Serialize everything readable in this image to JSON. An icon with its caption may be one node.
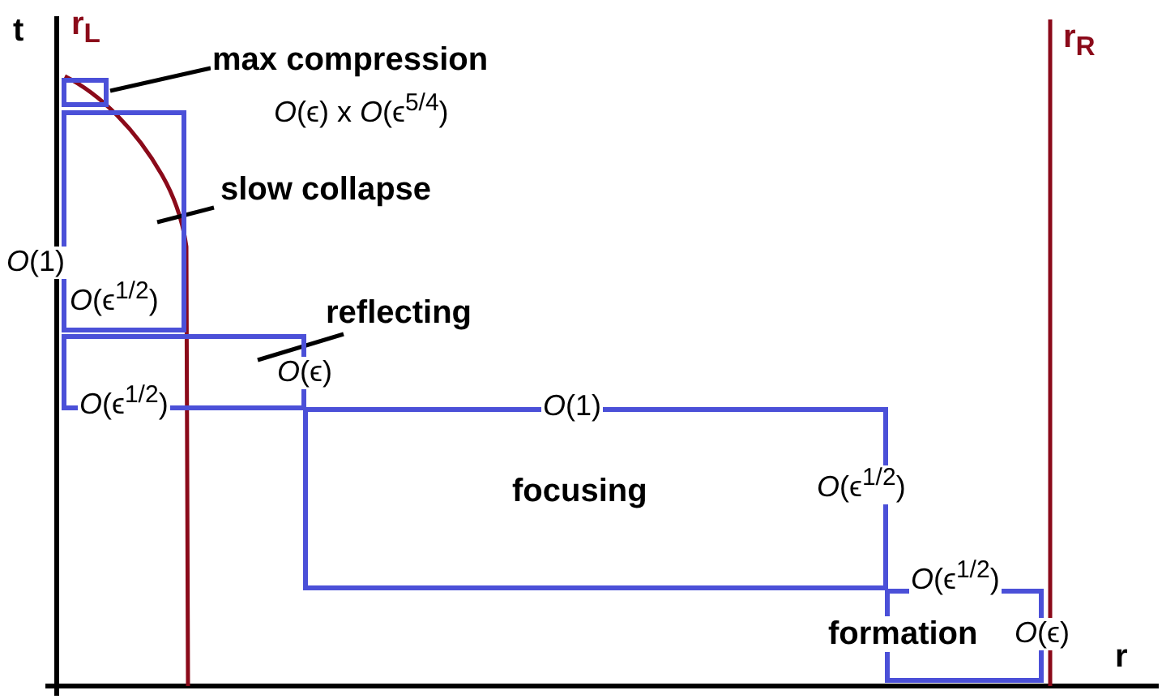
{
  "diagram": {
    "nodes": [
      {
        "text": [
          "max compression",
          "*O*(ϵ) x *O*(ϵ$^{5/4}$)"
        ]
      },
      {
        "text": [],
        "shape": "box"
      },
      {
        "text": [
          "slow collapse"
        ]
      },
      {
        "text": [
          "*O*(1)",
          "*O*(ϵ$^{1/2}$)"
        ]
      },
      {
        "text": [
          "reflecting"
        ]
      },
      {
        "text": [
          "*O*(ϵ$^{1/2}$)",
          "*O*(ϵ)"
        ]
      },
      {
        "text": [
          "*O*(1)",
          "focusing",
          "*O*(ϵ$^{1/2}$)"
        ]
      },
      {
        "text": [
          "*O*(ϵ$^{1/2}$)",
          "formation",
          "*O*(ϵ)"
        ]
      }
    ],
    "edges": [
      {
        "from": 0,
        "to": 1,
        "arrow": "none"
      },
      {
        "from": 2,
        "to": 3,
        "arrow": "none"
      },
      {
        "from": 4,
        "to": 5,
        "arrow": "none"
      }
    ],
    "labels": [
      "t",
      "r$_{L}$",
      "r$_{R}$",
      "r"
    ]
  }
}
